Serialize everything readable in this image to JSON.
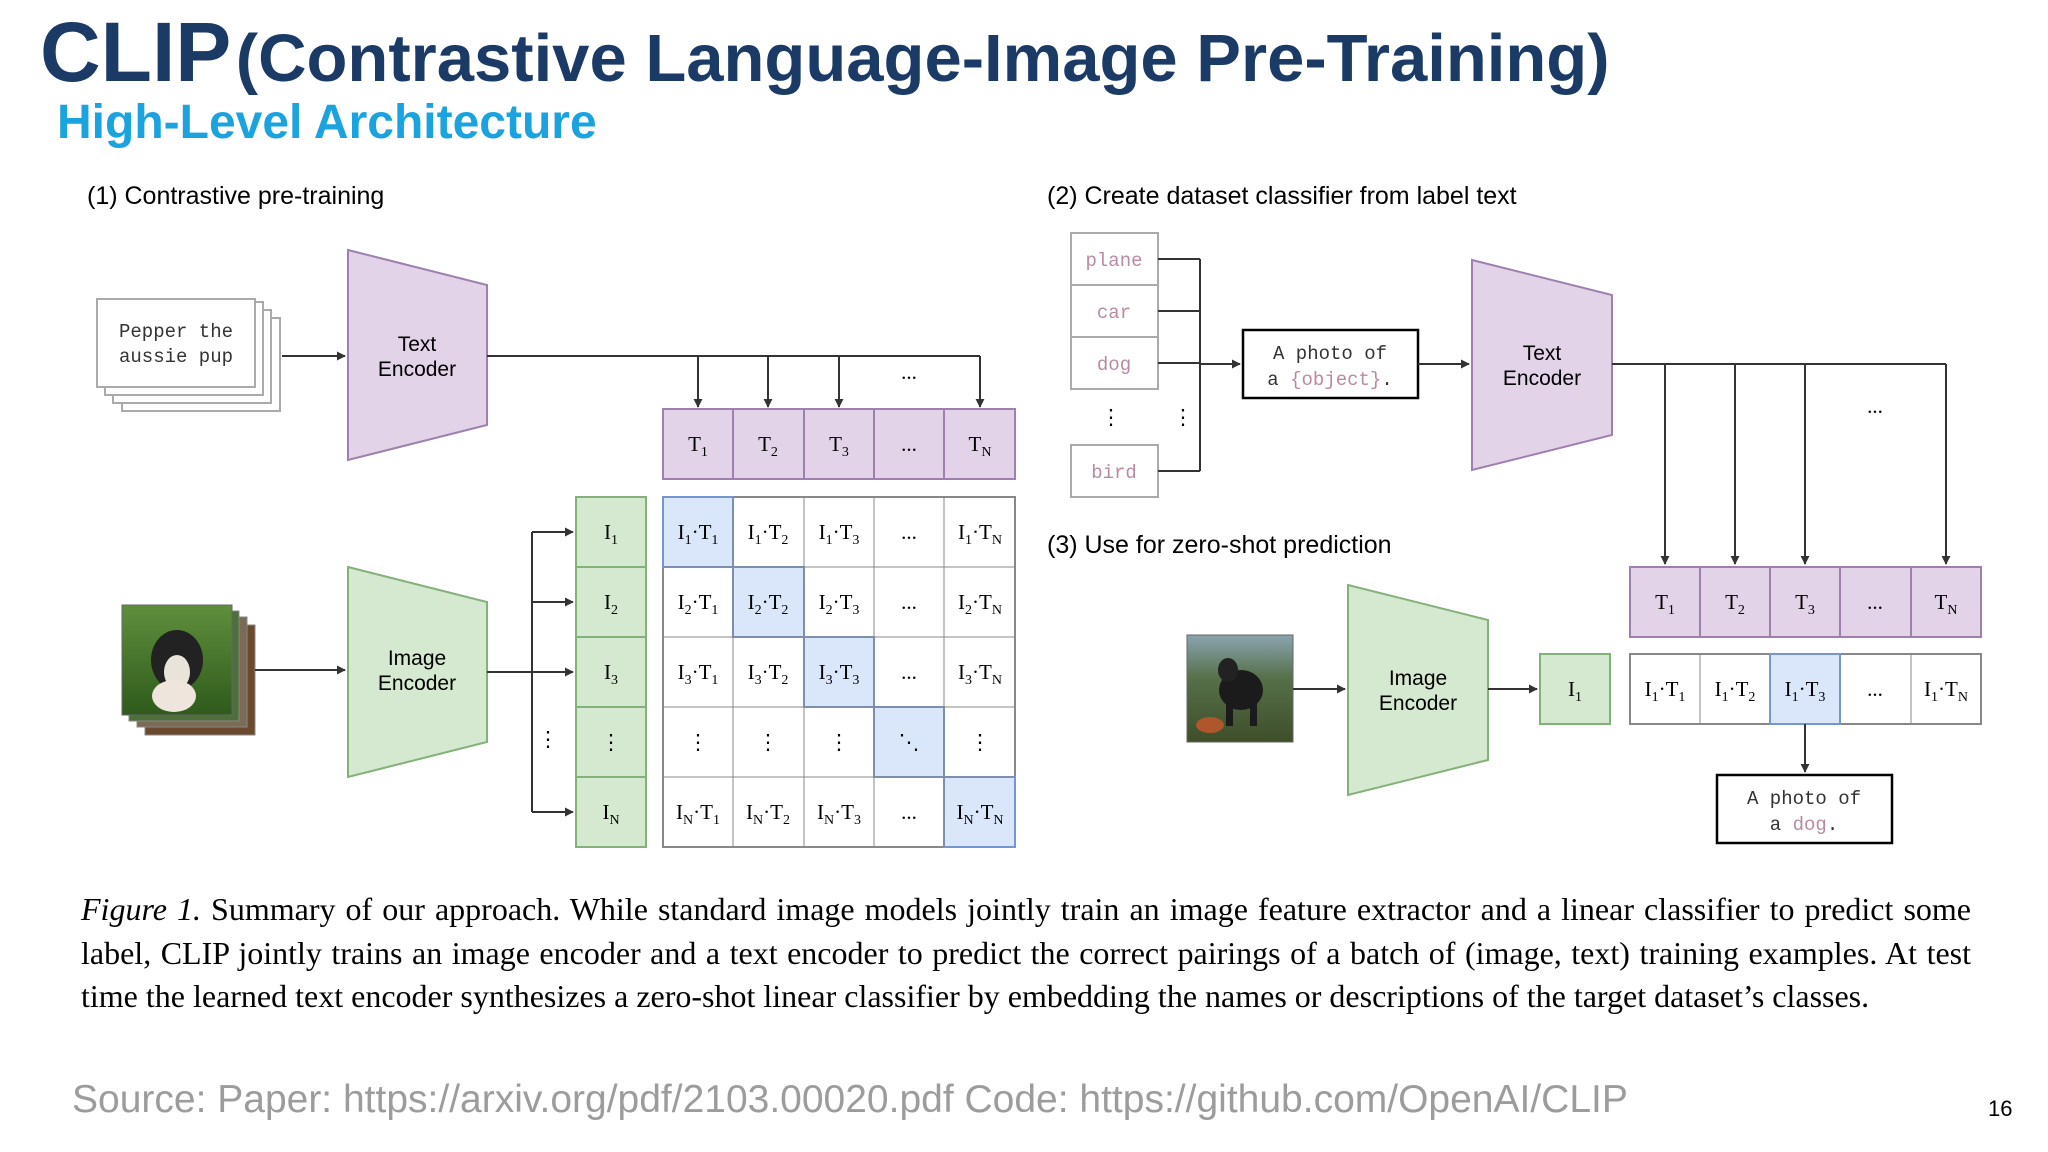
{
  "title": {
    "main": "CLIP",
    "rest": "(Contrastive Language-Image Pre-Training)"
  },
  "subtitle": "High-Level Architecture",
  "figure": {
    "section1_label": "(1) Contrastive pre-training",
    "section2_label": "(2) Create dataset classifier from label text",
    "section3_label": "(3) Use for zero-shot prediction",
    "text_encoder": [
      "Text",
      "Encoder"
    ],
    "image_encoder": [
      "Image",
      "Encoder"
    ],
    "input_text": [
      "Pepper the",
      "aussie pup"
    ],
    "labels": [
      "plane",
      "car",
      "dog",
      "bird"
    ],
    "prompt": {
      "line1": "A photo of",
      "line2_prefix": "a ",
      "line2_var": "{object}",
      "line2_suffix": "."
    },
    "prediction": {
      "line1": "A photo of",
      "line2_prefix": "a ",
      "line2_var": "dog",
      "line2_suffix": "."
    },
    "vdots": "⋮",
    "hdots": "...",
    "ddots": "⋱",
    "colors": {
      "text_fill": "#e3d3e9",
      "text_stroke": "#9e7fae",
      "image_fill": "#d5e9d0",
      "image_stroke": "#84b07a",
      "diag_fill": "#dae6fa",
      "diag_stroke": "#7596d2",
      "label_text": "#b98aa3"
    }
  },
  "caption": {
    "figure_label": "Figure 1.",
    "text": "Summary of our approach. While standard image models jointly train an image feature extractor and a linear classifier to predict some label, CLIP jointly trains an image encoder and a text encoder to predict the correct pairings of a batch of (image, text) training examples. At test time the learned text encoder synthesizes a zero-shot linear classifier by embedding the names or descriptions of the target dataset’s classes."
  },
  "source": "Source: Paper: https://arxiv.org/pdf/2103.00020.pdf  Code: https://github.com/OpenAI/CLIP",
  "page_number": "16"
}
